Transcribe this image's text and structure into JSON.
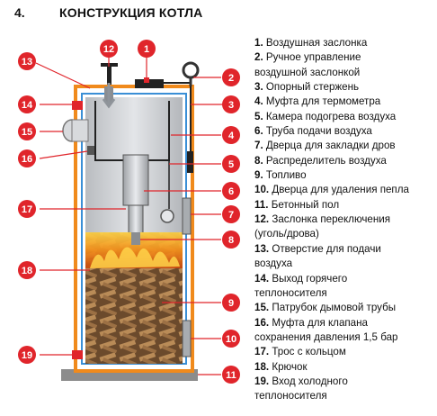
{
  "header": {
    "number": "4.",
    "title": "КОНСТРУКЦИЯ КОТЛА"
  },
  "callouts": [
    "1",
    "2",
    "3",
    "4",
    "5",
    "6",
    "7",
    "8",
    "9",
    "10",
    "11",
    "12",
    "13",
    "14",
    "15",
    "16",
    "17",
    "18",
    "19"
  ],
  "colors": {
    "callout_red": "#e0252b",
    "outer_wall_orange": "#f08a1c",
    "water_blue": "#3a8fd6",
    "steel_gray": "#c8cbcf",
    "fire": "#f29a1a",
    "concrete": "#8c8c8c"
  },
  "legend": [
    {
      "num": "1.",
      "text": "Воздушная заслонка"
    },
    {
      "num": "2.",
      "text": "Ручное управление"
    },
    {
      "num": "",
      "text": "воздушной заслонкой"
    },
    {
      "num": "3.",
      "text": "Опорный стержень"
    },
    {
      "num": "4.",
      "text": "Муфта для термометра"
    },
    {
      "num": "5.",
      "text": "Камера подогрева воздуха"
    },
    {
      "num": "6.",
      "text": "Труба подачи воздуха"
    },
    {
      "num": "7.",
      "text": "Дверца для закладки дров"
    },
    {
      "num": "8.",
      "text": "Распределитель воздуха"
    },
    {
      "num": "9.",
      "text": "Топливо"
    },
    {
      "num": "10.",
      "text": "Дверца для удаления пепла"
    },
    {
      "num": "11.",
      "text": "Бетонный пол"
    },
    {
      "num": "12.",
      "text": "Заслонка переключения"
    },
    {
      "num": "",
      "text": "(уголь/дрова)"
    },
    {
      "num": "13.",
      "text": "Отверстие для подачи"
    },
    {
      "num": "",
      "text": "воздуха"
    },
    {
      "num": "14.",
      "text": "Выход горячего"
    },
    {
      "num": "",
      "text": "теплоносителя"
    },
    {
      "num": "15.",
      "text": "Патрубок дымовой трубы"
    },
    {
      "num": "16.",
      "text": "Муфта для клапана"
    },
    {
      "num": "",
      "text": "сохранения давления 1,5 бар"
    },
    {
      "num": "17.",
      "text": "Трос с кольцом"
    },
    {
      "num": "18.",
      "text": "Крючок"
    },
    {
      "num": "19.",
      "text": "Вход холодного"
    },
    {
      "num": "",
      "text": "теплоносителя"
    }
  ]
}
